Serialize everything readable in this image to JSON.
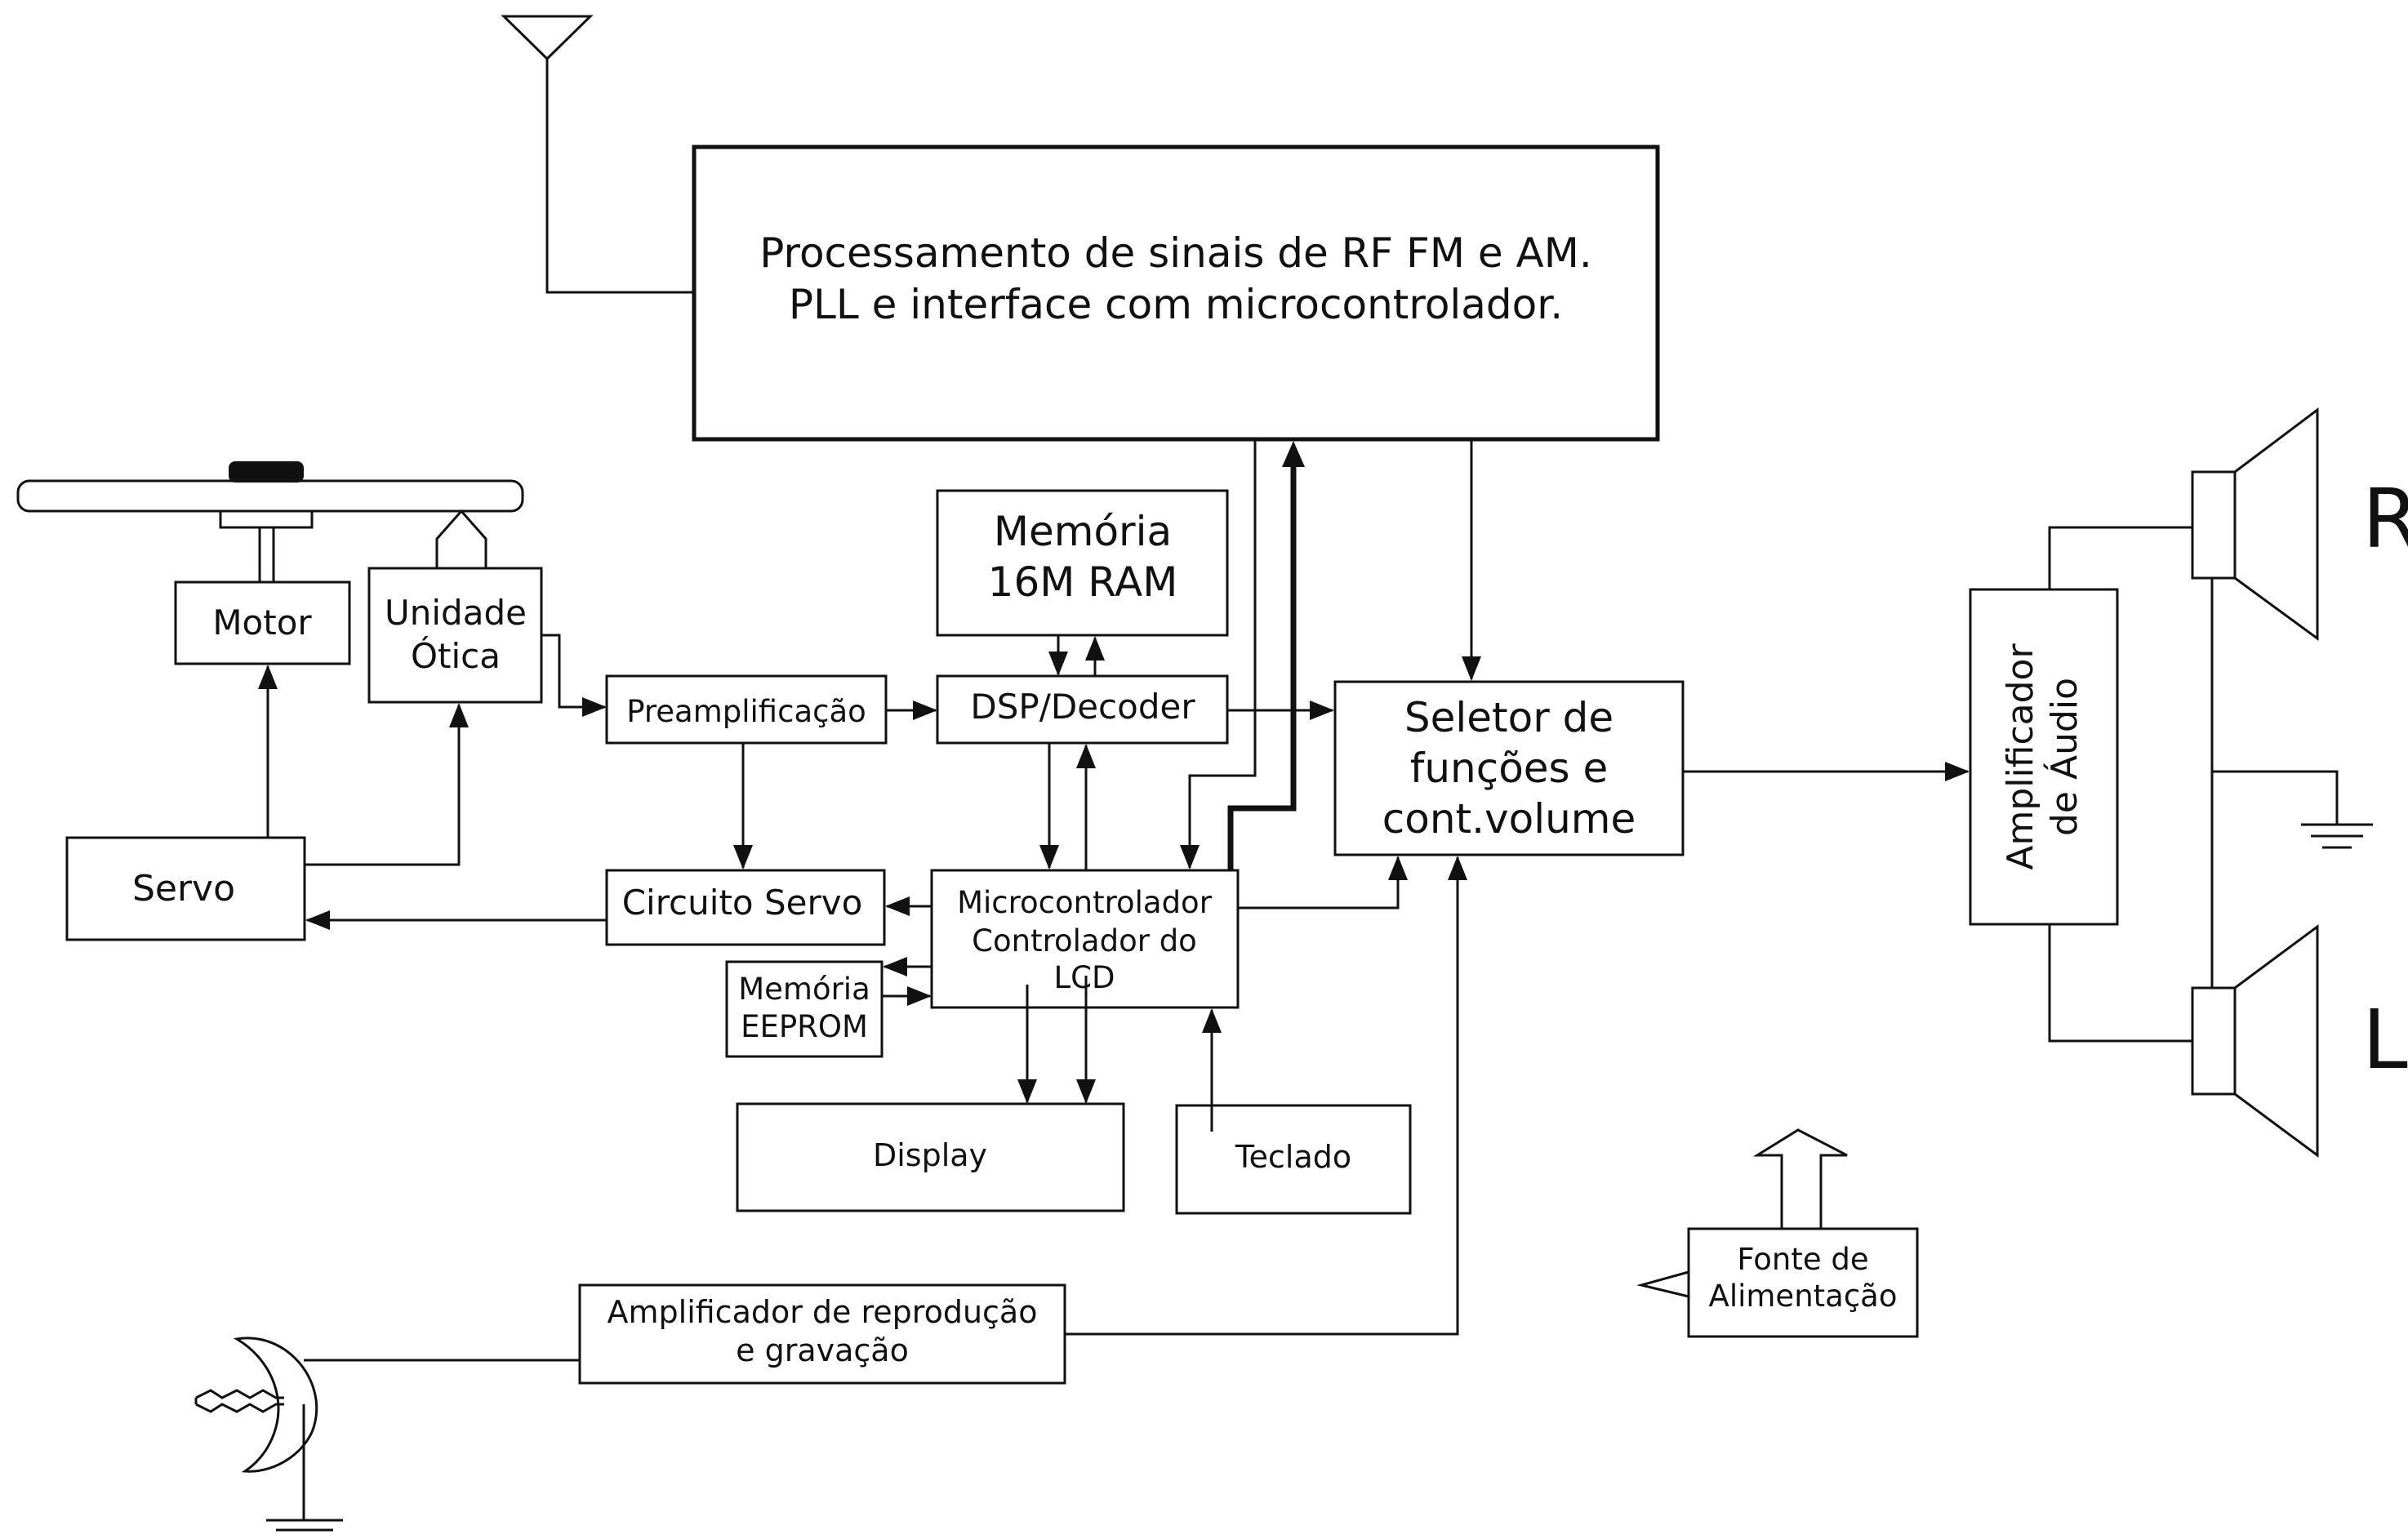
{
  "blocks": {
    "rf": {
      "line1": "Processamento de sinais de RF FM e AM.",
      "line2": "PLL e interface com microcontrolador."
    },
    "memory_ram": {
      "line1": "Memória",
      "line2": "16M RAM"
    },
    "motor": "Motor",
    "optical_unit": {
      "line1": "Unidade",
      "line2": "Ótica"
    },
    "preamp": "Preamplificação",
    "dsp": "DSP/Decoder",
    "selector": {
      "line1": "Seletor de",
      "line2": "funções e",
      "line3": "cont.volume"
    },
    "audio_amp": {
      "line1": "Amplificador",
      "line2": "de Áudio"
    },
    "servo": "Servo",
    "servo_circuit": "Circuito Servo",
    "micro": {
      "line1": "Microcontrolador",
      "line2": "Controlador do",
      "line3": "LCD"
    },
    "eeprom": {
      "line1": "Memória",
      "line2": "EEPROM"
    },
    "display": "Display",
    "keyboard": "Teclado",
    "tape_amp": {
      "line1": "Amplificador de reprodução",
      "line2": "e gravação"
    },
    "power": {
      "line1": "Fonte de",
      "line2": "Alimentação"
    }
  },
  "speakers": {
    "right": "R",
    "left": "L"
  },
  "colors": {
    "stroke": "#111111",
    "background": "#ffffff",
    "disc_spindle": "#111111"
  }
}
